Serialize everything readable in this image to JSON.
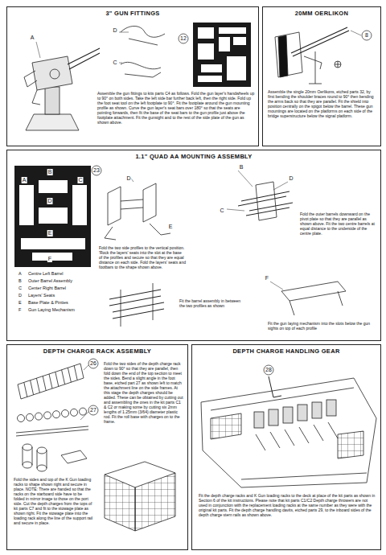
{
  "diagram": {
    "nodes": [
      {
        "text": [
          "3\" GUN FITTINGS",
          "Assemble the gun fittings to kits parts C4 as follows. Fold the gun layer's handwheels up to 90° on both sides. Take the left side bar further back left, then the right side. Fold up the foot seat tool on the left footplate to 90°. Fit the footplate around the gun mounting profile as shown. Curve the gun layer's seat bars over 180° so that the seats are pointing forwards, then fit the base of the seat bars to the gun profile just above the footplate attachment. Fit the gunsight and to the rest of the side plate of the gun as shown above."
        ]
      },
      {
        "text": [
          "20MM OERLIKON",
          "Assemble the single 20mm Oerlikons, etched parts 32, by first bending the shoulder braces round to 90° then bending the arms back so that they are parallel. Fit the shield into position centrally on the spigot below the barrel. These gun mountings are located on the platforms on each side of the bridge superstructure below the signal platform."
        ]
      },
      {
        "text": [
          "1.1\" QUAD AA MOUNTING ASSEMBLY",
          "Fold the two side profiles to the vertical position. 'Rock the layers' seats into the slot at the base of the profiles and secure so that they are equal distance on each side. Fold the layers' seats and footbars to the shape shown above.",
          "Fold the outer barrels downward on the pivot plate so that they are parallel as shown above. Fit the two centre barrels at equal distance to the underside of the centre plate.",
          "Fit the barrel assembly in between the two profiles as shown",
          "Fit the gun laying mechanism into the slots below the gun sights on top of each profile"
        ]
      },
      {
        "text": [
          "DEPTH CHARGE RACK ASSEMBLY",
          "Fold the two sides of the depth charge rack down to 90° so that they are parallel, then fold down the end of the top section to meet the sides. Bend a slight angle in the foot base, etched part 27 as shown left to match the attachment line on the side frames. At this stage the depth charges should be added. These can be obtained by cutting out and assembling the ones in the kit parts C1 & C2 or making some by cutting six 2mm lengths of 1.25mm (3/64) diameter plastic rod. Fit the roll base with charges on to the frame.",
          "Fold the sides and top of the K Gun loading racks to shape shown right and secure in place. NOTE: There are handed so that the racks on the starboard side have to be folded in mirror image to those on the port side. Cut the depth charges from the tops of kit parts C7 and fit to the stowage plate as shown right. Fit the stowage plate into the loading rack along the line of the support rail and secure in place."
        ]
      },
      {
        "text": [
          "DEPTH CHARGE HANDLING GEAR",
          "Fit the depth charge racks and K Gun loading racks to the deck at place of the kit parts as shown in Section 6 of the kit instructions. Please note that kit parts C1/C2 Depth charge throwers are not used in conjunction with the replacement loading racks at the same number as they were with the original kit parts. Fit the depth charge handling davits, etched parts 29, to the inboard sides of the depth charge stern rails as shown above."
        ]
      }
    ],
    "labels": [
      "A",
      "D",
      "C",
      "12",
      "8",
      "23",
      "A",
      "B",
      "C",
      "D",
      "E",
      "F",
      "A",
      "Centre Left Barrel",
      "B",
      "Outer Barrel Assembly",
      "C",
      "Center Right Barrel",
      "D",
      "Layers' Seats",
      "E",
      "Base Plate & Pinties",
      "F",
      "Gun Laying Mechanism",
      "D",
      "E",
      "B",
      "C",
      "D",
      "F",
      "26",
      "27",
      "28"
    ]
  }
}
